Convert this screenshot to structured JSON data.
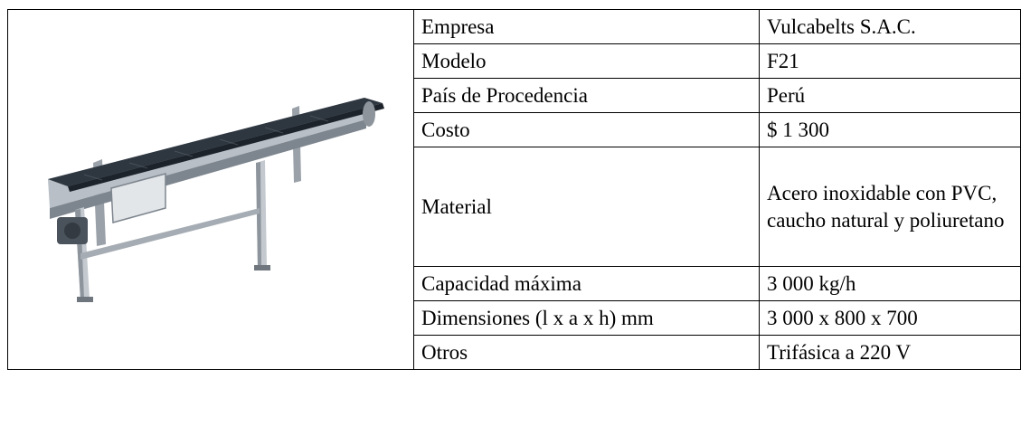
{
  "spec_table": {
    "rows": [
      {
        "label": "Empresa",
        "value": "Vulcabelts S.A.C."
      },
      {
        "label": "Modelo",
        "value": "F21"
      },
      {
        "label": "País de Procedencia",
        "value": "Perú"
      },
      {
        "label": "Costo",
        "value": "$ 1 300"
      },
      {
        "label": "Material",
        "value": "Acero inoxidable con PVC, caucho natural y poliuretano"
      },
      {
        "label": "Capacidad máxima",
        "value": "3 000 kg/h"
      },
      {
        "label": "Dimensiones (l x a x h) mm",
        "value": "3 000 x 800 x 700"
      },
      {
        "label": "Otros",
        "value": "Trifásica a 220 V"
      }
    ]
  },
  "product_image": {
    "subject": "conveyor-belt",
    "colors": {
      "belt": "#2e3640",
      "frame": "#b9bfc6",
      "frame_dark": "#7d858e",
      "motor": "#4a525b"
    }
  }
}
